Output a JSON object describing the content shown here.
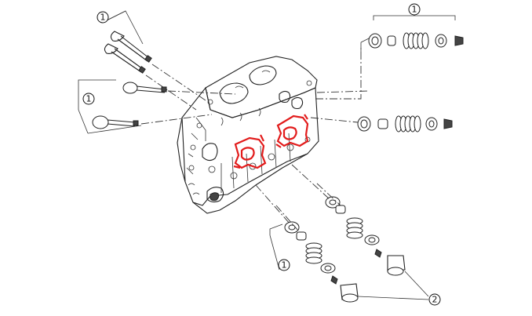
{
  "callouts": {
    "c1_top_left": "1",
    "c1_mid_left": "1",
    "c1_top_right": "1",
    "c1_bottom": "1",
    "c2_bottom_right": "2"
  },
  "colors": {
    "gasket": "#e21b1b",
    "line": "#222222"
  }
}
